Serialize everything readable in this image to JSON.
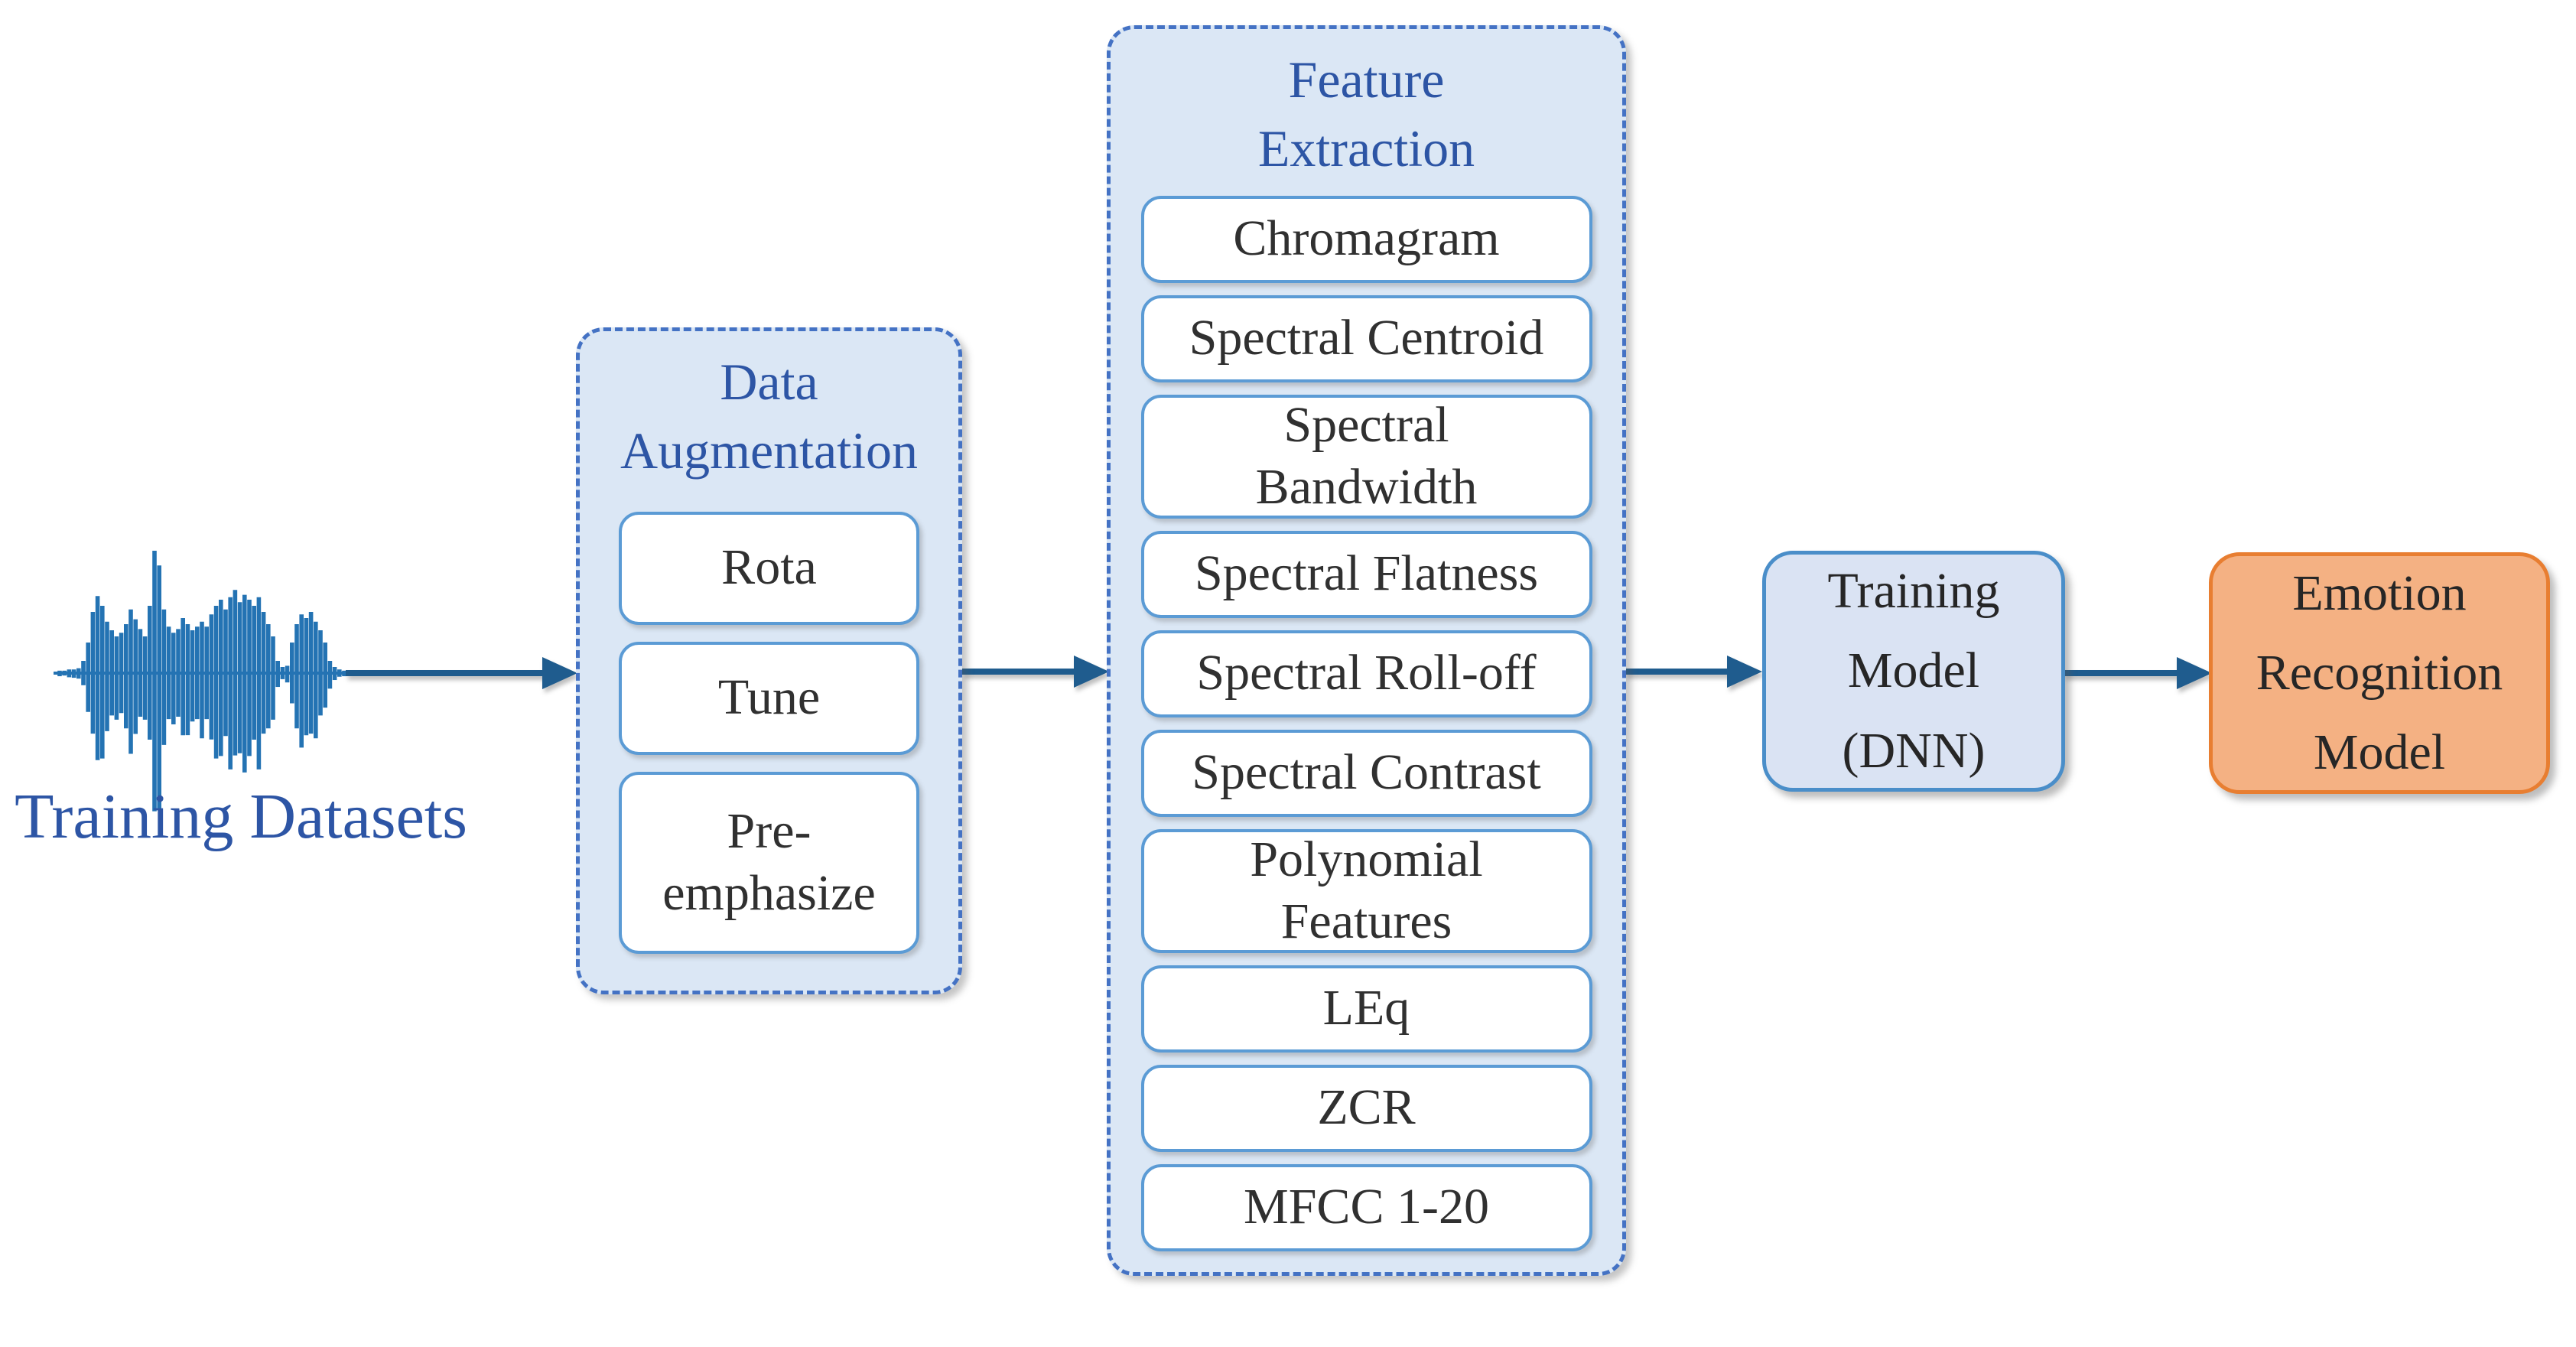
{
  "colors": {
    "waveform": "#2473B3",
    "arrow": "#1F5C8E",
    "titleBlue": "#2D55A5",
    "dashedBorder": "#4472C4",
    "panelFill": "#DBE7F5",
    "innerBorder": "#5B9BD5",
    "trainFill": "#DAE3F3",
    "trainBorder": "#4A8EC9",
    "emotionFill": "#F4B183",
    "emotionBorder": "#E87E31",
    "labelDark": "#303030"
  },
  "source": {
    "label": "Training Datasets",
    "icon": "waveform-icon"
  },
  "augmentation": {
    "title": "Data Augmentation",
    "items": [
      "Rota",
      "Tune",
      "Pre-emphasize"
    ]
  },
  "features": {
    "title": "Feature Extraction",
    "items": [
      "Chromagram",
      "Spectral Centroid",
      "Spectral Bandwidth",
      "Spectral Flatness",
      "Spectral Roll-off",
      "Spectral Contrast",
      "Polynomial Features",
      "LEq",
      "ZCR",
      "MFCC 1-20"
    ]
  },
  "training": {
    "label": "Training Model (DNN)"
  },
  "output": {
    "label": "Emotion Recognition Model"
  }
}
